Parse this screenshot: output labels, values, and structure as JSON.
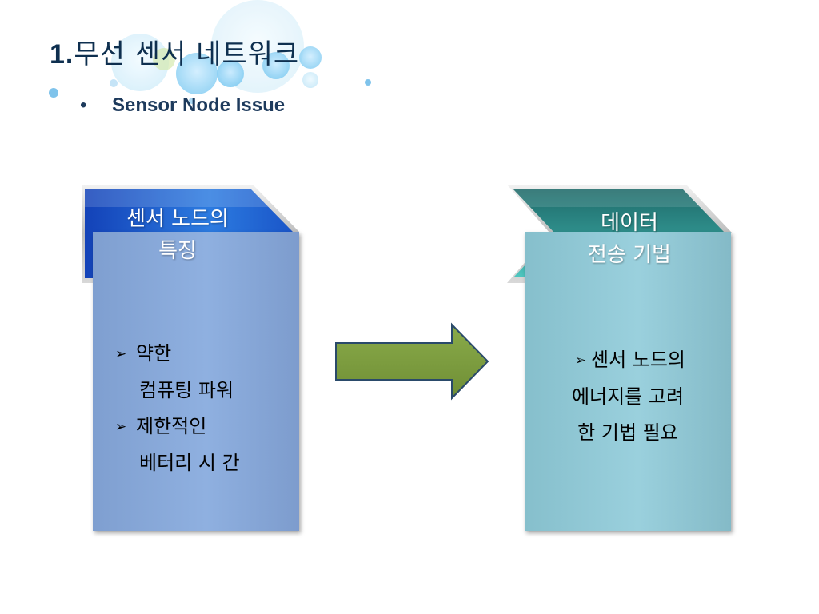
{
  "slide": {
    "title_number": "1.",
    "title_text": "무선 센서 네트워크",
    "bullet_symbol": "•",
    "subtitle": "Sensor Node Issue"
  },
  "left_box": {
    "header_line1": "센서 노드의",
    "header_line2": "특징",
    "items": [
      {
        "line1": "약한",
        "line2": "컴퓨팅 파워"
      },
      {
        "line1": "제한적인",
        "line2": "베터리 시 간"
      }
    ]
  },
  "right_box": {
    "header_line1": "데이터",
    "header_line2": "전송 기법",
    "line1": "센서 노드의",
    "line2": "에너지를 고려",
    "line3": "한 기법 필요"
  },
  "icons": {
    "list_bullet": "arrowhead-bullet-icon",
    "flow": "right-arrow-icon"
  },
  "colors": {
    "title": "#0e2f4f",
    "left_panel": "#8fb0e0",
    "right_panel": "#9ad0dd",
    "left_tag": "#1f5fd0",
    "right_tag": "#3fa7a2",
    "arrow": "#7a9a3e"
  }
}
